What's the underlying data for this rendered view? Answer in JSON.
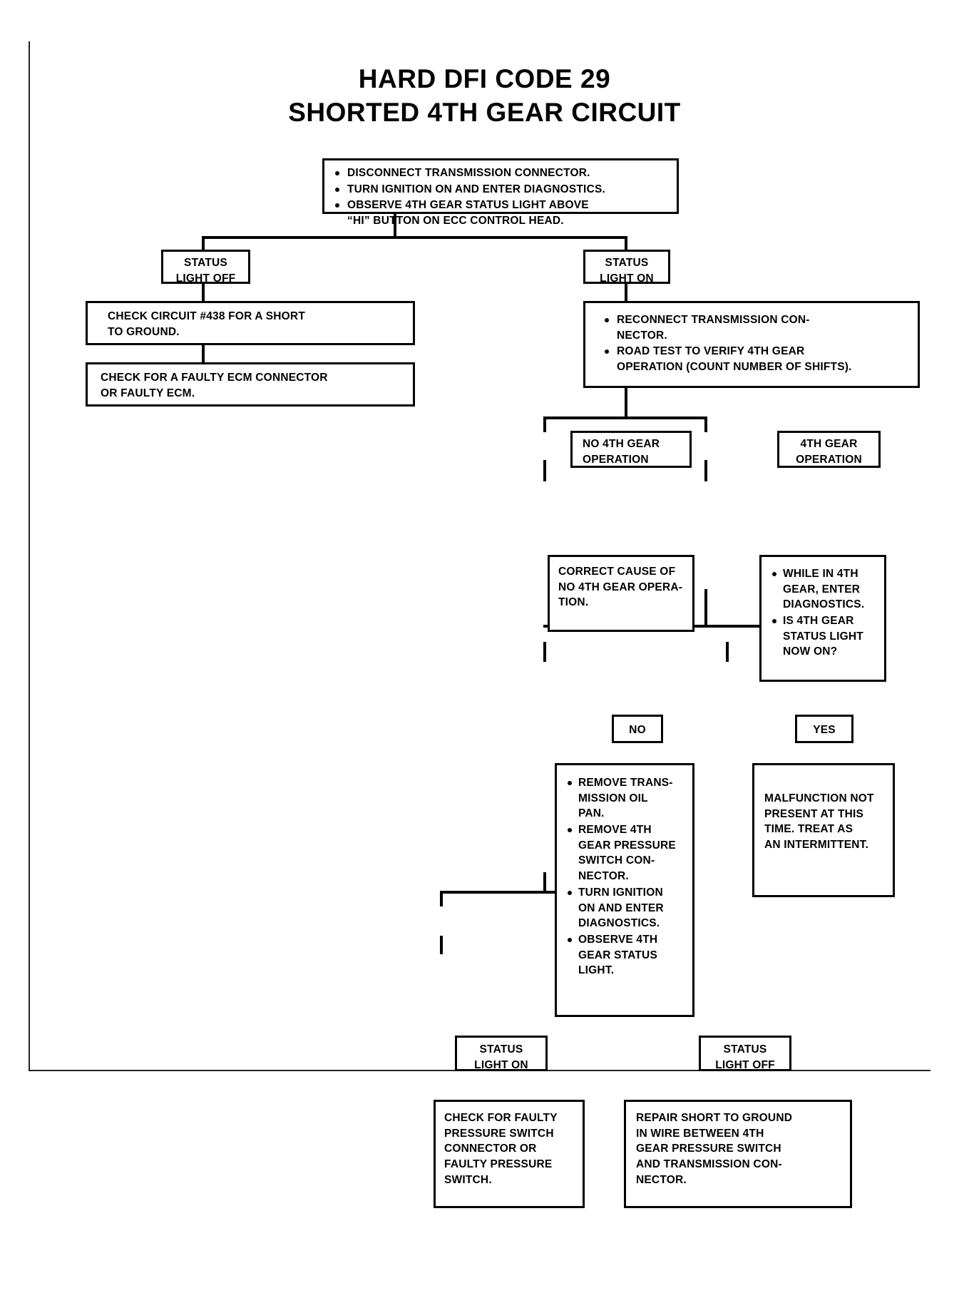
{
  "title": {
    "line1": "HARD DFI CODE 29",
    "line2": "SHORTED 4TH GEAR CIRCUIT"
  },
  "chart_data": {
    "type": "diagram",
    "diagram_kind": "troubleshooting-flowchart",
    "title": "HARD DFI CODE 29 — SHORTED 4TH GEAR CIRCUIT"
  },
  "nodes": {
    "start": {
      "bullets": [
        "DISCONNECT TRANSMISSION CONNECTOR.",
        "TURN IGNITION ON AND ENTER DIAGNOSTICS.",
        "OBSERVE 4TH GEAR STATUS LIGHT ABOVE\n“HI” BUTTON ON ECC CONTROL HEAD."
      ]
    },
    "status_light_off": {
      "text": "STATUS\nLIGHT OFF"
    },
    "status_light_on": {
      "text": "STATUS\nLIGHT ON"
    },
    "check_circuit_438": {
      "text": "CHECK CIRCUIT #438 FOR A SHORT\nTO GROUND."
    },
    "check_faulty_ecm": {
      "text": "CHECK FOR A FAULTY ECM CONNECTOR\nOR FAULTY ECM."
    },
    "reconnect_road_test": {
      "bullets": [
        "RECONNECT TRANSMISSION CON-\nNECTOR.",
        "ROAD TEST TO VERIFY 4TH GEAR\nOPERATION (COUNT NUMBER OF SHIFTS)."
      ]
    },
    "no_4th_gear_operation": {
      "text": "NO 4TH GEAR\nOPERATION"
    },
    "yes_4th_gear_operation": {
      "text": "4TH GEAR\nOPERATION"
    },
    "correct_cause": {
      "text": "CORRECT CAUSE OF\nNO 4TH GEAR OPERA-\nTION."
    },
    "while_in_4th_gear": {
      "bullets": [
        "WHILE IN 4TH\nGEAR, ENTER\nDIAGNOSTICS.",
        "IS 4TH GEAR\nSTATUS LIGHT\nNOW ON?"
      ]
    },
    "branch_no": {
      "text": "NO"
    },
    "branch_yes": {
      "text": "YES"
    },
    "malfunction_not_present": {
      "text": "MALFUNCTION NOT\nPRESENT AT THIS\nTIME. TREAT AS\nAN INTERMITTENT."
    },
    "remove_oil_pan": {
      "bullets": [
        "REMOVE TRANS-\nMISSION OIL\nPAN.",
        "REMOVE 4TH\nGEAR PRESSURE\nSWITCH CON-\nNECTOR.",
        "TURN IGNITION\nON AND ENTER\nDIAGNOSTICS.",
        "OBSERVE 4TH\nGEAR STATUS\nLIGHT."
      ]
    },
    "status_light_on_2": {
      "text": "STATUS\nLIGHT ON"
    },
    "status_light_off_2": {
      "text": "STATUS\nLIGHT OFF"
    },
    "check_pressure_switch": {
      "text": "CHECK FOR FAULTY\nPRESSURE SWITCH\nCONNECTOR OR\nFAULTY PRESSURE\nSWITCH."
    },
    "repair_short": {
      "text": "REPAIR SHORT TO GROUND\nIN WIRE BETWEEN 4TH\nGEAR PRESSURE SWITCH\nAND TRANSMISSION CON-\nNECTOR."
    }
  },
  "colors": {
    "ink": "#000000",
    "paper": "#ffffff"
  }
}
